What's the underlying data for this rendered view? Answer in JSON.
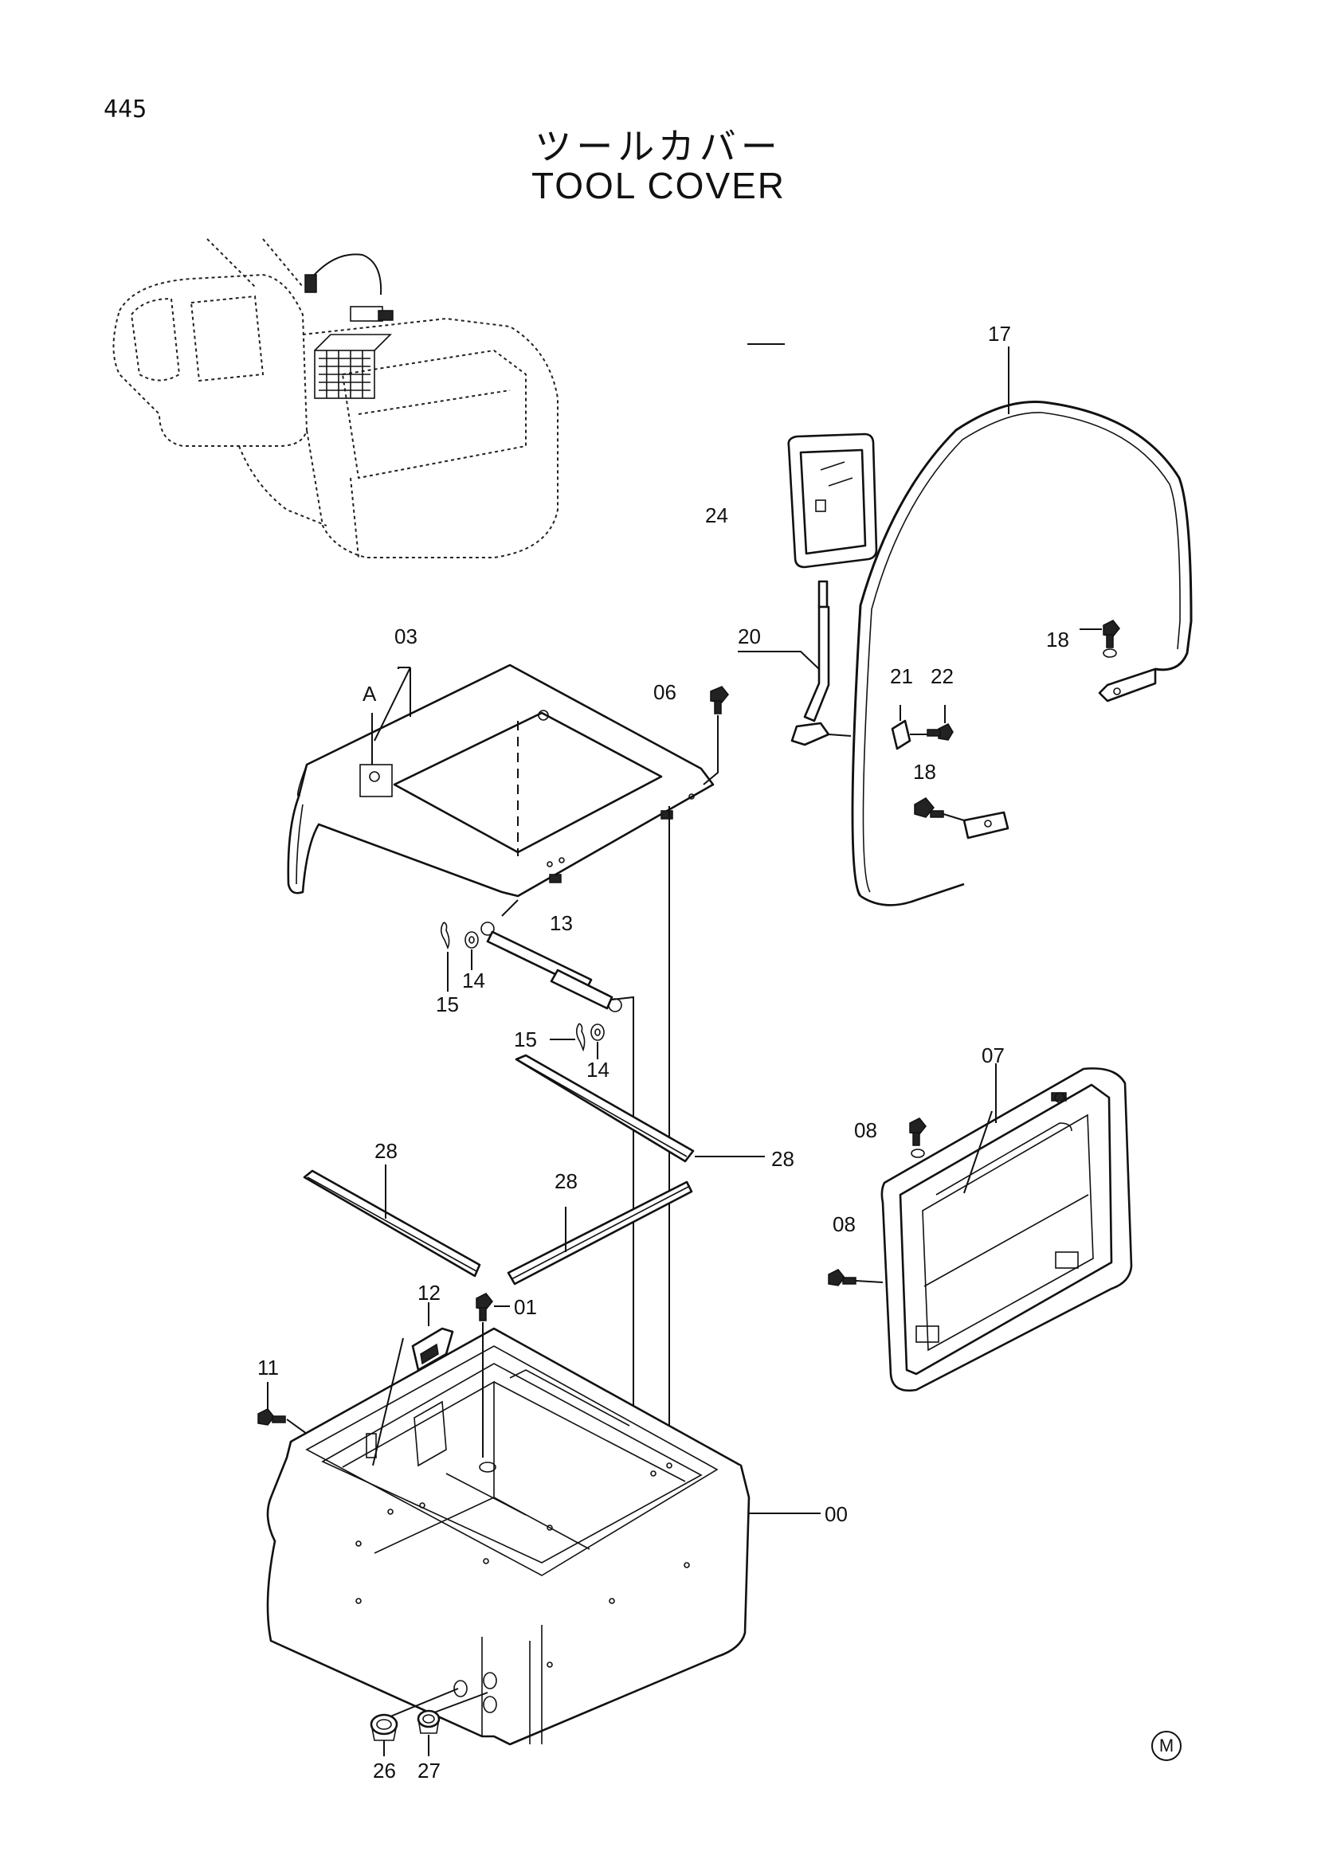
{
  "page": {
    "number": "445",
    "title_jp": "ツールカバー",
    "title_en": "TOOL COVER",
    "corner_mark": "M"
  },
  "callouts": {
    "c00": "00",
    "c01": "01",
    "c03": "03",
    "c06": "06",
    "c07": "07",
    "c08a": "08",
    "c08b": "08",
    "c11": "11",
    "c12": "12",
    "c13": "13",
    "c14a": "14",
    "c14b": "14",
    "c15a": "15",
    "c15b": "15",
    "c17": "17",
    "c18a": "18",
    "c18b": "18",
    "c20": "20",
    "c21": "21",
    "c22": "22",
    "c24": "24",
    "c26": "26",
    "c27": "27",
    "c28a": "28",
    "c28b": "28",
    "c28c": "28",
    "cA": "A"
  }
}
